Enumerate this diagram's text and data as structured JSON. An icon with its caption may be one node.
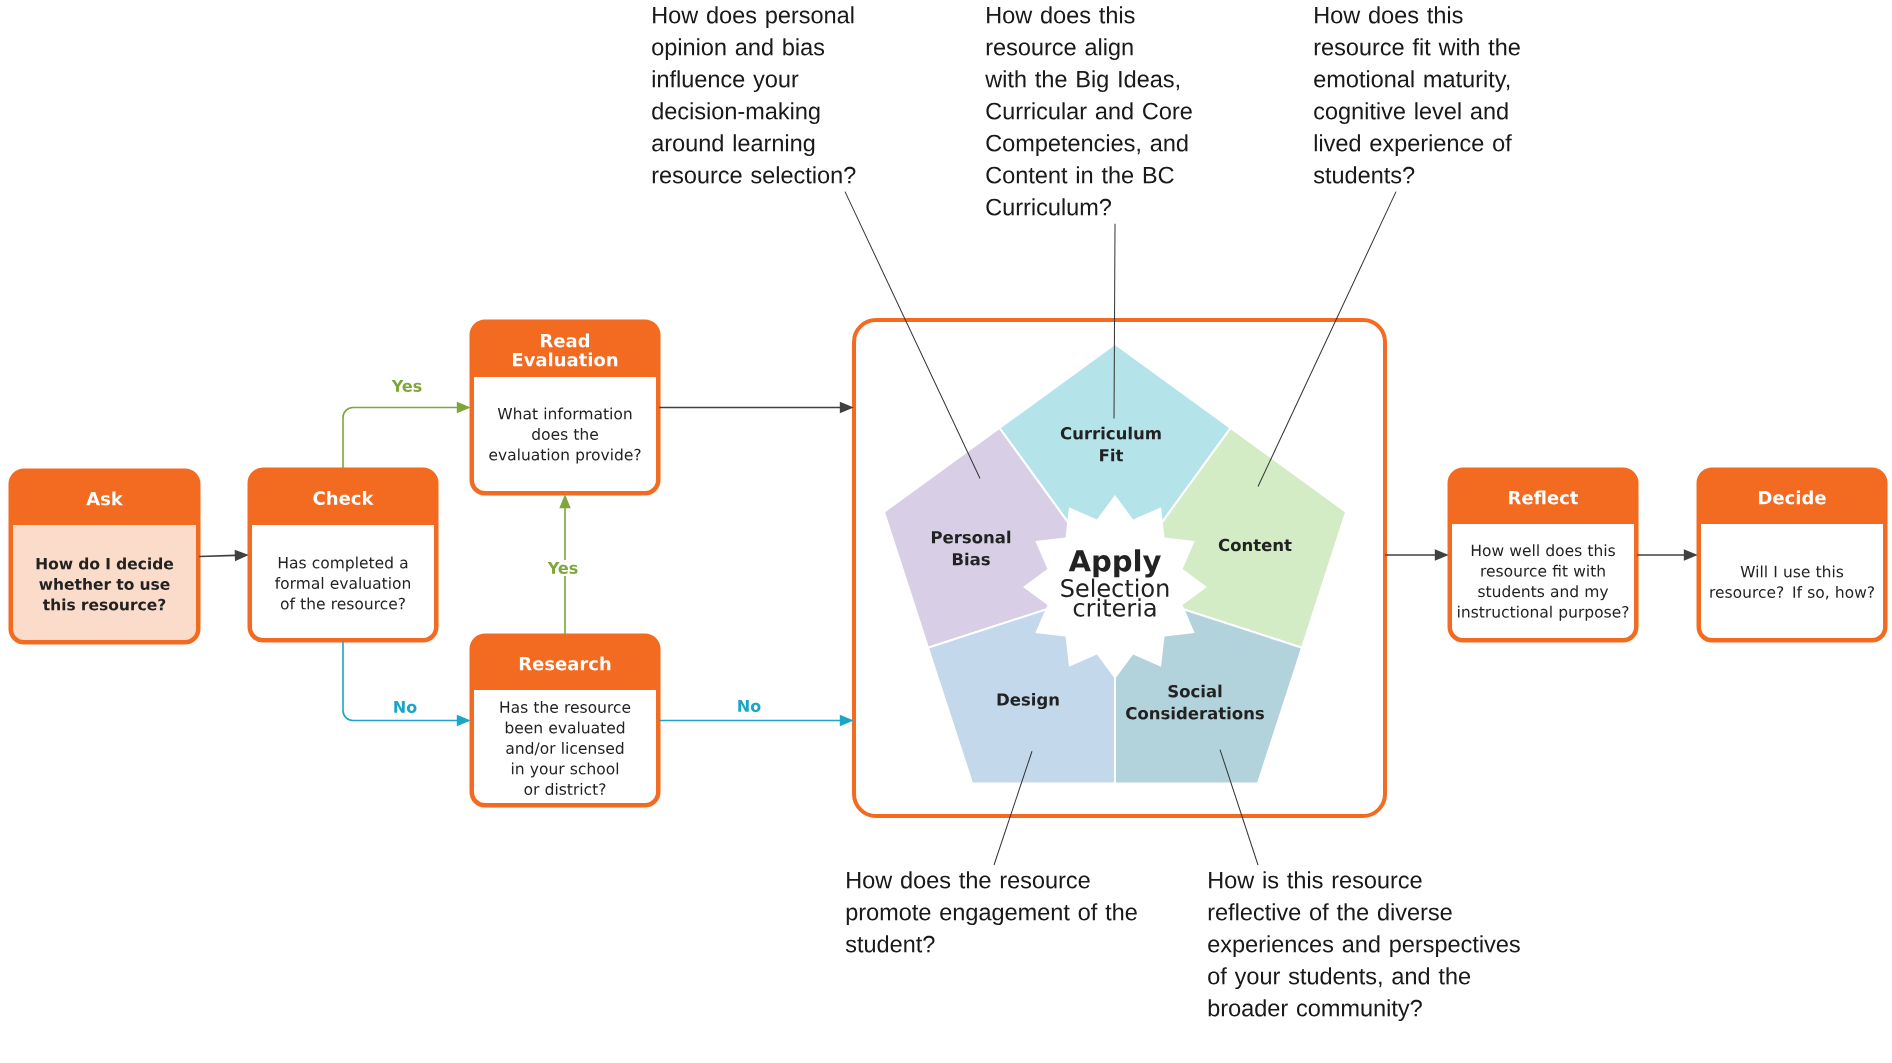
{
  "diagram": {
    "nodes": [
      {
        "text": [
          "Ask",
          "How do I decide whether to use this resource?"
        ]
      },
      {
        "text": [
          "Check",
          "Has completed a formal evaluation of the resource?"
        ]
      },
      {
        "text": [
          "Read Evaluation",
          "What information does the evaluation provide?"
        ]
      },
      {
        "text": [
          "Research",
          "Has the resource been evaluated and/or licensed in your school or district?"
        ]
      },
      {
        "text": [],
        "shape": "box"
      },
      {
        "text": [
          "Curriculum Fit"
        ],
        "in": 4
      },
      {
        "text": [
          "Personal Bias"
        ],
        "in": 4
      },
      {
        "text": [
          "Content"
        ],
        "in": 4
      },
      {
        "text": [
          "Design"
        ],
        "in": 4
      },
      {
        "text": [
          "Social Considerations"
        ],
        "in": 4
      },
      {
        "text": [
          "Apply",
          "Selection criteria"
        ],
        "in": 4
      },
      {
        "text": [
          "Reflect",
          "How well does this resource fit with students and my instructional purpose?"
        ]
      },
      {
        "text": [
          "Decide",
          "Will I use this resource? If so, how?"
        ]
      },
      {
        "text": [
          "How does personal opinion and bias influence your decision-making around learning resource selection?"
        ]
      },
      {
        "text": [
          "How does this resource align with the Big Ideas, Curricular and Core Competencies, and Content in the BC Curriculum?"
        ]
      },
      {
        "text": [
          "How does this resource fit with the emotional maturity, cognitive level and lived experience of students?"
        ]
      },
      {
        "text": [
          "How does the resource promote engagement of the student?"
        ]
      },
      {
        "text": [
          "How is this resource reflective of the diverse experiences and perspectives of your students, and the broader community?"
        ]
      }
    ],
    "edges": [
      {
        "from": 0,
        "to": 1,
        "arrow": "to"
      },
      {
        "from": 1,
        "to": 2,
        "arrow": "to",
        "label": "Yes",
        "color": "#7ea63a"
      },
      {
        "from": 1,
        "to": 3,
        "arrow": "to",
        "label": "No",
        "color": "#1ba5c8"
      },
      {
        "from": 3,
        "to": 2,
        "arrow": "to",
        "label": "Yes",
        "color": "#7ea63a"
      },
      {
        "from": 2,
        "to": 4,
        "arrow": "to"
      },
      {
        "from": 3,
        "to": 4,
        "arrow": "to",
        "label": "No",
        "color": "#1ba5c8"
      },
      {
        "from": 4,
        "to": 11,
        "arrow": "to"
      },
      {
        "from": 11,
        "to": 12,
        "arrow": "to"
      },
      {
        "from": 13,
        "to": 6,
        "arrow": "none"
      },
      {
        "from": 14,
        "to": 5,
        "arrow": "none"
      },
      {
        "from": 15,
        "to": 7,
        "arrow": "none"
      },
      {
        "from": 16,
        "to": 8,
        "arrow": "none"
      },
      {
        "from": 17,
        "to": 9,
        "arrow": "none"
      }
    ]
  }
}
